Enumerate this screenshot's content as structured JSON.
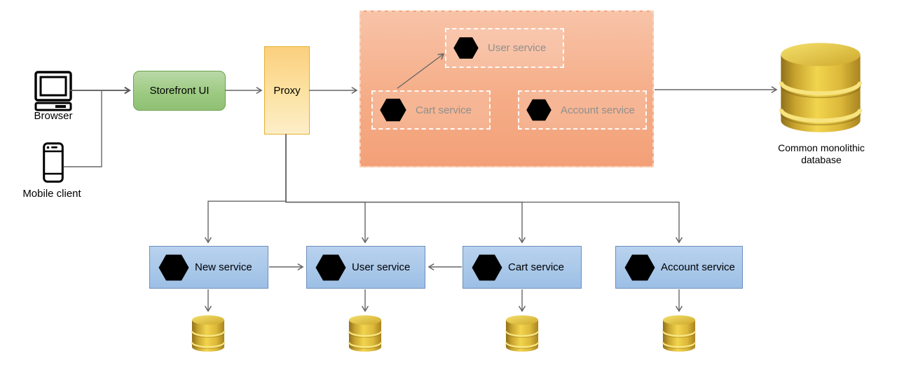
{
  "nodes": {
    "browser": {
      "label": "Browser"
    },
    "mobile": {
      "label": "Mobile client"
    },
    "storefront": {
      "label": "Storefront UI"
    },
    "proxy": {
      "label": "Proxy"
    },
    "monolith_region": {
      "services": [
        {
          "label": "User service",
          "icon": "hexagon-icon"
        },
        {
          "label": "Cart service",
          "icon": "hexagon-icon"
        },
        {
          "label": "Account service",
          "icon": "hexagon-icon"
        }
      ]
    },
    "monolith_db": {
      "label": "Common monolithic database",
      "icon": "database-icon"
    },
    "extracted_services": [
      {
        "label": "New service",
        "icon": "hexagon-icon"
      },
      {
        "label": "User service",
        "icon": "hexagon-icon"
      },
      {
        "label": "Cart service",
        "icon": "hexagon-icon"
      },
      {
        "label": "Account service",
        "icon": "hexagon-icon"
      }
    ]
  },
  "palette": {
    "connector_line": "#666666",
    "storefront_fill_top": "#b9d8a7",
    "storefront_fill_bottom": "#90c175",
    "storefront_border": "#6da14e",
    "proxy_fill_top": "#fbcf7e",
    "proxy_fill_bottom": "#fdeec9",
    "proxy_border": "#e3b02f",
    "region_fill_top": "#f8c3a8",
    "region_fill_bottom": "#f3a078",
    "region_dash_border": "#fad2ba",
    "inner_dash_border": "#ffffff",
    "muted_service_label": "#8f8f8f",
    "service_box_fill_top": "#b9d2ee",
    "service_box_fill_bottom": "#9dbfe5",
    "service_box_border": "#6c8ebf",
    "hexagon_gray_fill": "#b1b1b6",
    "hexagon_gray_border": "#5f6fae",
    "hexagon_yellow_fill": "#fbb217",
    "hexagon_yellow_border": "#3e5c8a",
    "database_gold": "#e3bc37",
    "icon_stroke": "#000000"
  }
}
